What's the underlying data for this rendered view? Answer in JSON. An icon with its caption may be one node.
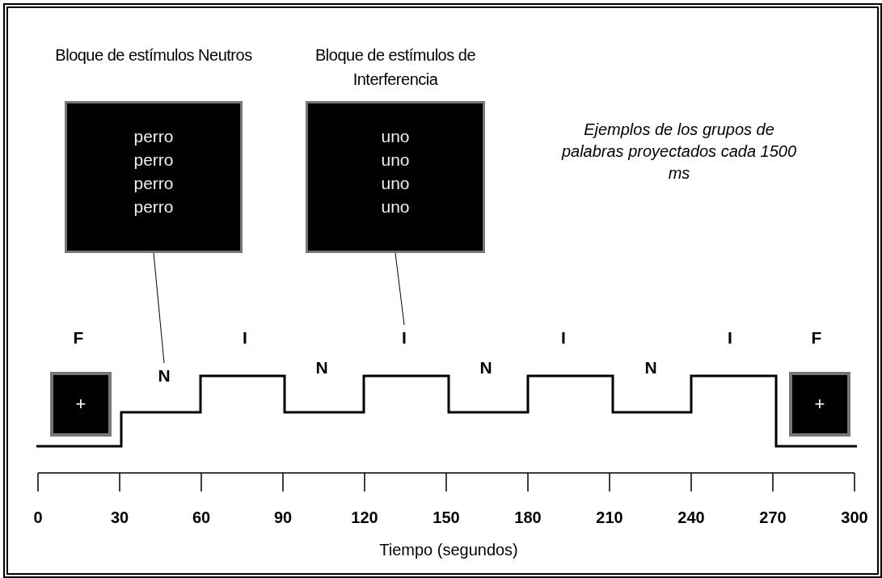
{
  "diagram": {
    "nodes": [
      {
        "text": [
          "Bloque de estímulos Neutros",
          "perro",
          "perro",
          "perro",
          "perro"
        ]
      },
      {
        "text": [
          "Bloque de estímulos de Interferencia",
          "uno",
          "uno",
          "uno",
          "uno"
        ]
      },
      {
        "text": [
          "N"
        ]
      },
      {
        "text": [
          "I"
        ]
      },
      {
        "text": [
          "+"
        ]
      },
      {
        "text": [
          "+"
        ]
      }
    ],
    "edges": [
      {
        "from": 0,
        "to": 2,
        "arrow": "none"
      },
      {
        "from": 1,
        "to": 3,
        "arrow": "none"
      }
    ],
    "labels": [
      "Ejemplos de los grupos de palabras proyectados cada 1500 ms",
      "F",
      "I",
      "I",
      "I",
      "F",
      "N",
      "N",
      "N",
      "0",
      "30",
      "60",
      "90",
      "120",
      "150",
      "180",
      "210",
      "240",
      "270",
      "300",
      "Tiempo (segundos)"
    ]
  }
}
